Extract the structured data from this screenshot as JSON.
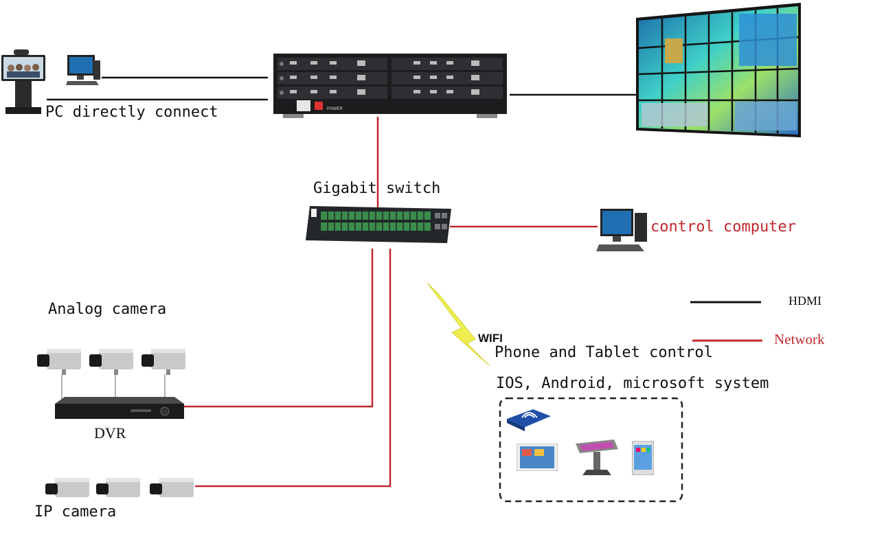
{
  "labels": {
    "pc_connect": "PC directly connect",
    "gigabit_switch": "Gigabit switch",
    "control_computer": "control computer",
    "analog_camera": "Analog camera",
    "dvr": "DVR",
    "ip_camera": "IP camera",
    "wifi": "WIFI",
    "phone_tablet": "Phone and Tablet control",
    "os_support": "IOS, Android, microsoft system",
    "power": "POWER"
  },
  "legend": {
    "hdmi": "HDMI",
    "network": "Network"
  },
  "colors": {
    "hdmi_line": "#111111",
    "network_line": "#c0282d",
    "wifi_bolt": "#e8e84a",
    "device_dark": "#1c1c1e",
    "port_green": "#3a8c4a"
  }
}
